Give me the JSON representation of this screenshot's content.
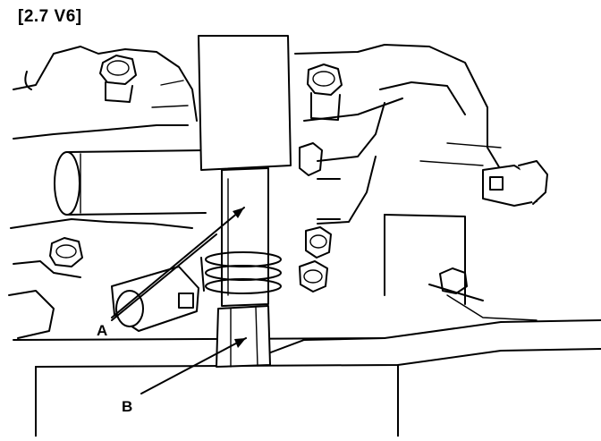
{
  "caption": "[2.7 V6]",
  "labels": {
    "a": "A",
    "b": "B"
  },
  "colors": {
    "ink": "#000000",
    "paper": "#ffffff"
  }
}
